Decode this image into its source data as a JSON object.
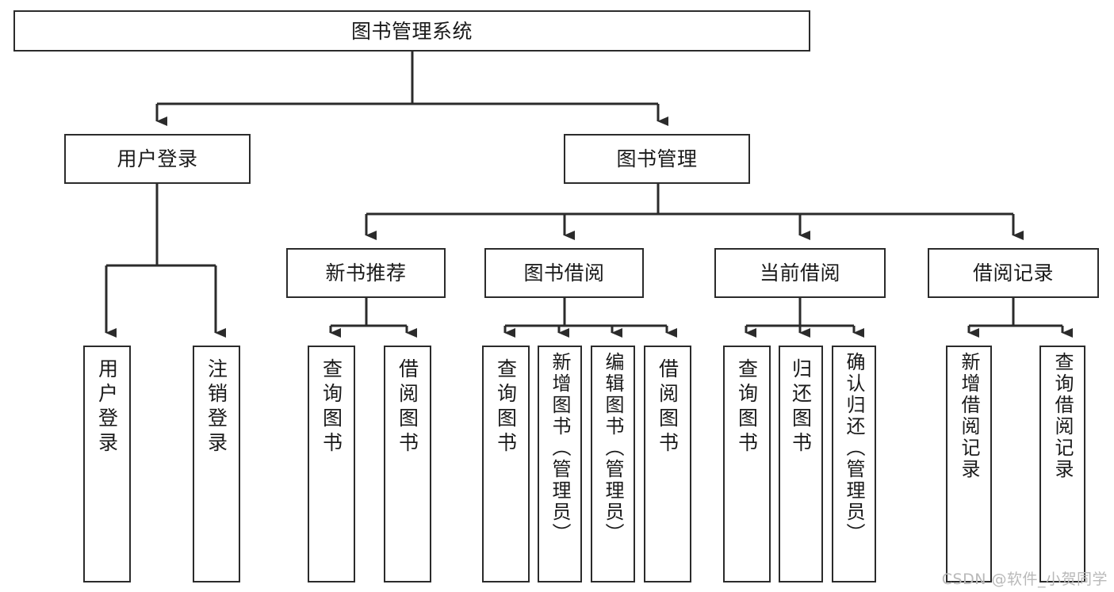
{
  "diagram": {
    "title": "图书管理系统",
    "type": "tree-hierarchy",
    "orientation": "top-down",
    "colors": {
      "box_border": "#2b2b2b",
      "box_fill": "#ffffff",
      "connector": "#2b2b2b",
      "text": "#1a1a1a",
      "watermark": "#b9b9b9",
      "background": "#ffffff"
    }
  },
  "root": {
    "label": "图书管理系统"
  },
  "level2": [
    {
      "label": "用户登录"
    },
    {
      "label": "图书管理"
    }
  ],
  "level3": [
    {
      "label": "新书推荐"
    },
    {
      "label": "图书借阅"
    },
    {
      "label": "当前借阅"
    },
    {
      "label": "借阅记录"
    }
  ],
  "leaves": {
    "user_login": [
      {
        "label": "用户登录"
      },
      {
        "label": "注销登录"
      }
    ],
    "new_book_recommend": [
      {
        "label": "查询图书"
      },
      {
        "label": "借阅图书"
      }
    ],
    "book_borrow": [
      {
        "label": "查询图书"
      },
      {
        "label": "新增图书（管理员）"
      },
      {
        "label": "编辑图书（管理员）"
      },
      {
        "label": "借阅图书"
      }
    ],
    "current_borrow": [
      {
        "label": "查询图书"
      },
      {
        "label": "归还图书"
      },
      {
        "label": "确认归还（管理员）"
      }
    ],
    "borrow_record": [
      {
        "label": "新增借阅记录"
      },
      {
        "label": "查询借阅记录"
      }
    ]
  },
  "watermark": {
    "text": "CSDN @软件_小贺同学"
  }
}
